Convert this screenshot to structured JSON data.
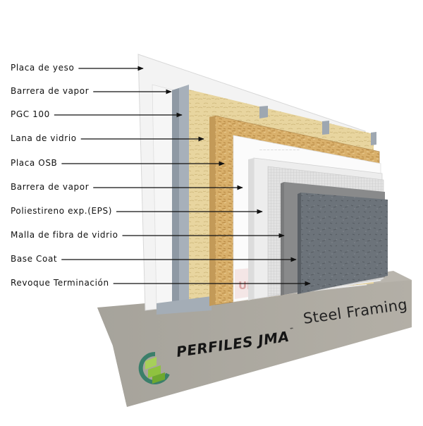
{
  "labels": [
    {
      "id": "placa-de-yeso",
      "text": "Placa de yeso"
    },
    {
      "id": "barrera-de-vapor-1",
      "text": "Barrera de vapor"
    },
    {
      "id": "pgc-100",
      "text": "PGC 100"
    },
    {
      "id": "lana-de-vidrio",
      "text": "Lana de vidrio"
    },
    {
      "id": "placa-osb",
      "text": "Placa OSB"
    },
    {
      "id": "barrera-de-vapor-2",
      "text": "Barrera de vapor"
    },
    {
      "id": "poliestireno-eps",
      "text": "Poliestireno exp.(EPS)"
    },
    {
      "id": "malla-fibra-vidrio",
      "text": "Malla de fibra de vidrio"
    },
    {
      "id": "base-coat",
      "text": "Base Coat"
    },
    {
      "id": "revoque-terminacion",
      "text": "Revoque Terminación"
    }
  ],
  "brand": {
    "name": "PERFILES JMA",
    "trademark": "™",
    "subtitle": "Steel Framing",
    "logo": "jma-logo-icon"
  },
  "colors": {
    "gypsum": "#f4f4f4",
    "insulation": "#e6d29a",
    "osb": "#d7ae6a",
    "vapor_barrier": "#fbfbfb",
    "eps": "#eeeeee",
    "mesh": "#dcdcdc",
    "base_coat": "#8a8a8a",
    "finish": "#6b7278",
    "concrete": "#a9a59d",
    "steel": "#a9b1bb",
    "logo_green": "#8fc23f"
  }
}
